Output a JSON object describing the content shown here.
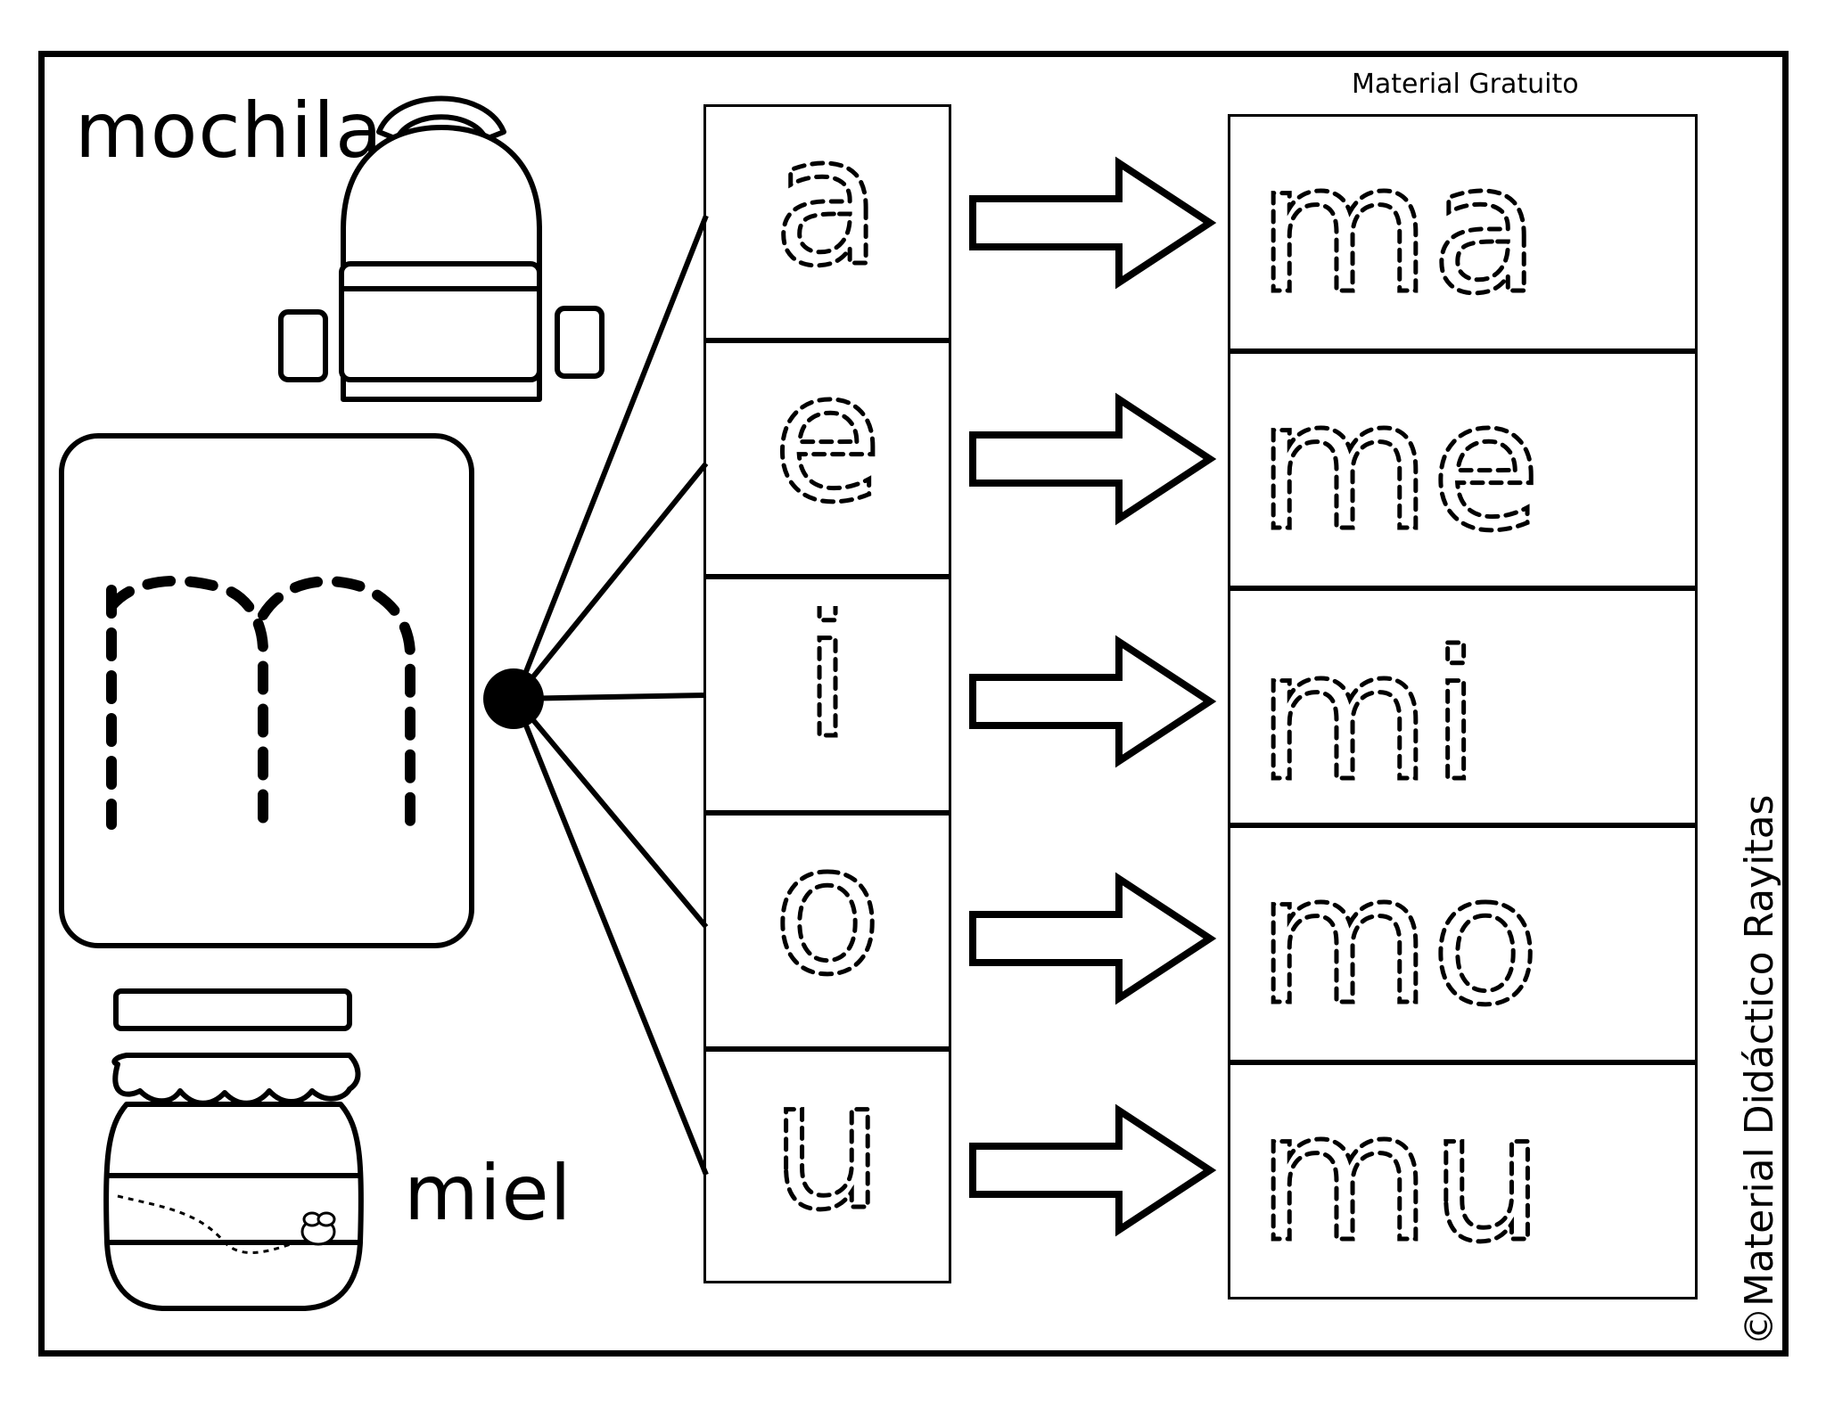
{
  "header_note": "Material Gratuito",
  "picture_words": {
    "top": "mochila",
    "bottom": "miel"
  },
  "consonant": "m",
  "vowels": [
    "a",
    "e",
    "i",
    "o",
    "u"
  ],
  "syllables": [
    "ma",
    "me",
    "mi",
    "mo",
    "mu"
  ],
  "credit": "©Material Didáctico Rayitas"
}
